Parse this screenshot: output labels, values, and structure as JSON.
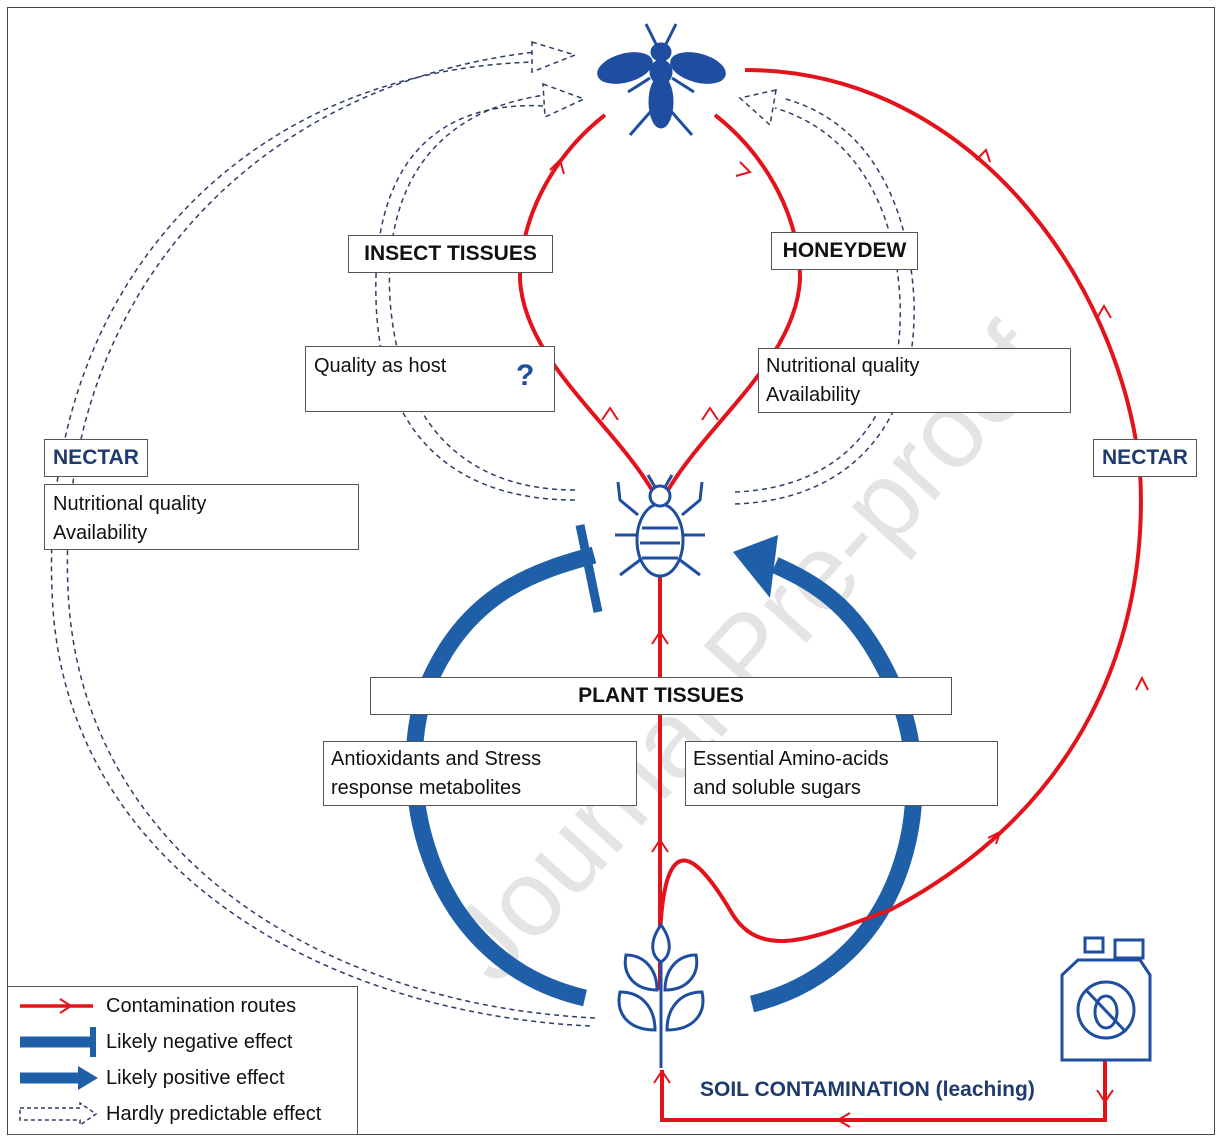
{
  "boxes": {
    "insect_tissues": "INSECT TISSUES",
    "honeydew": "HONEYDEW",
    "plant_tissues": "PLANT TISSUES",
    "nectar_left": "NECTAR",
    "nectar_right": "NECTAR"
  },
  "panels": {
    "quality_host": {
      "line1": "Quality as host",
      "symbol": "?"
    },
    "honeydew_effects": {
      "line1": "Nutritional quality",
      "line2": "Availability"
    },
    "nectar_effects": {
      "line1": "Nutritional quality",
      "line2": "Availability"
    },
    "antioxidants": {
      "line1": "Antioxidants and Stress",
      "line2": "response metabolites"
    },
    "amino_acids": {
      "line1": "Essential Amino-acids",
      "line2": "and soluble sugars"
    }
  },
  "soil_label": "SOIL CONTAMINATION (leaching)",
  "legend": [
    {
      "label": "Contamination routes"
    },
    {
      "label": "Likely negative effect"
    },
    {
      "label": "Likely positive effect"
    },
    {
      "label": "Hardly predictable effect"
    }
  ],
  "watermark": "Journal Pre-proof",
  "icons": {
    "top": "parasitoid-wasp-icon",
    "middle": "aphid-icon",
    "plant": "plant-icon",
    "pesticide": "pesticide-canister-icon",
    "trend_up": "trend-up-icon",
    "trend_down": "trend-down-icon"
  },
  "colors": {
    "red": "#e3131b",
    "blue": "#1f5fa8",
    "navy": "#1f3a6e",
    "dashed": "#2c3e66"
  }
}
